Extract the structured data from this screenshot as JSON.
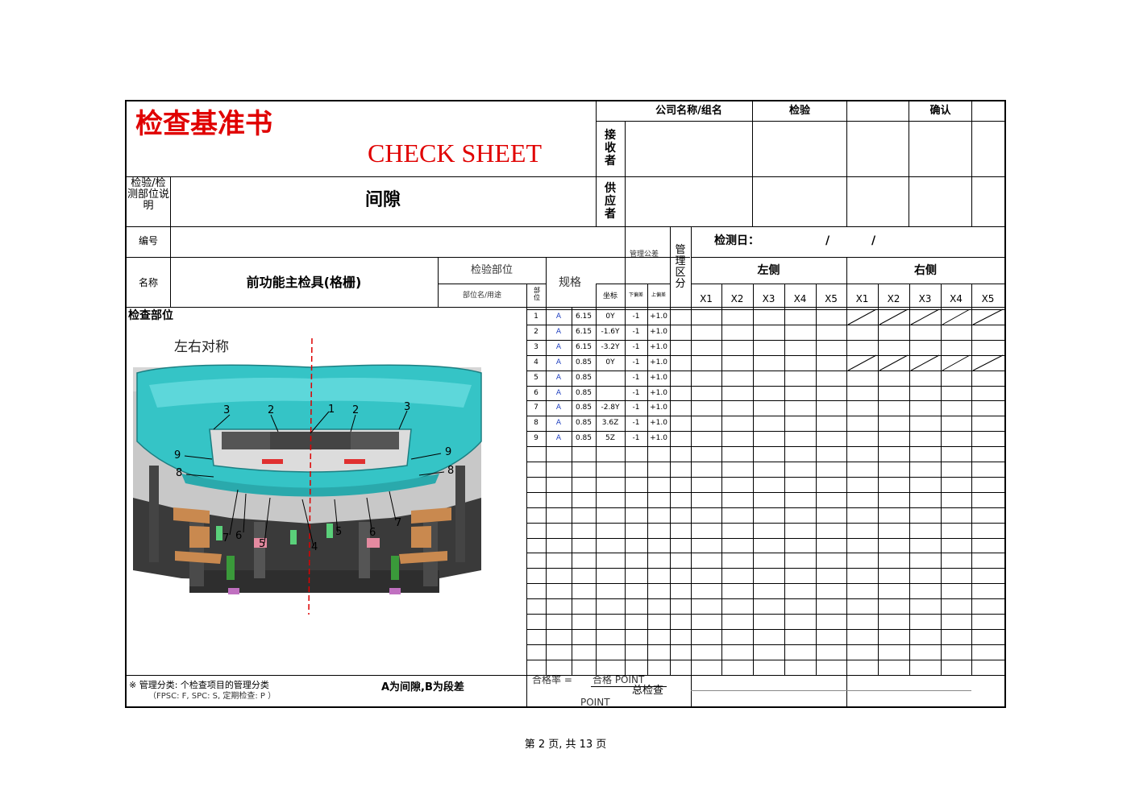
{
  "header": {
    "title_cn": "检查基准书",
    "title_en": "CHECK SHEET",
    "company_label": "公司名称/组名",
    "inspect_label": "检验",
    "confirm_label": "确认",
    "receiver_label": "接收者",
    "supplier_label": "供应者",
    "part_desc_label": "检验/检测部位说明",
    "part_desc_value": "间隙",
    "number_label": "编号",
    "name_label": "名称",
    "name_value": "前功能主检具(格栅)",
    "inspect_part_label": "检验部位",
    "part_use_label": "部位名/用途",
    "part_label": "部位",
    "spec_label": "规格",
    "coord_label": "坐标",
    "mgmt_tol_label": "管理公差",
    "lower_label": "下偏差",
    "upper_label": "上偏差",
    "mgmt_class_label": "管理区分",
    "date_label": "检测日：",
    "date_slash1": "/",
    "date_slash2": "/",
    "left_label": "左侧",
    "right_label": "右侧",
    "x_cols": [
      "X1",
      "X2",
      "X3",
      "X4",
      "X5"
    ]
  },
  "diagram": {
    "section_label": "检查部位",
    "symmetric_label": "左右对称",
    "callouts": [
      "3",
      "2",
      "1",
      "2",
      "3",
      "9",
      "9",
      "8",
      "8",
      "7",
      "6",
      "5",
      "4",
      "5",
      "6",
      "7"
    ]
  },
  "rows": [
    {
      "no": "1",
      "part": "A",
      "spec": "6.15",
      "coord": "0Y",
      "lower": "-1",
      "upper": "+1.0"
    },
    {
      "no": "2",
      "part": "A",
      "spec": "6.15",
      "coord": "-1.6Y",
      "lower": "-1",
      "upper": "+1.0"
    },
    {
      "no": "3",
      "part": "A",
      "spec": "6.15",
      "coord": "-3.2Y",
      "lower": "-1",
      "upper": "+1.0"
    },
    {
      "no": "4",
      "part": "A",
      "spec": "0.85",
      "coord": "0Y",
      "lower": "-1",
      "upper": "+1.0"
    },
    {
      "no": "5",
      "part": "A",
      "spec": "0.85",
      "coord": "",
      "lower": "-1",
      "upper": "+1.0"
    },
    {
      "no": "6",
      "part": "A",
      "spec": "0.85",
      "coord": "",
      "lower": "-1",
      "upper": "+1.0"
    },
    {
      "no": "7",
      "part": "A",
      "spec": "0.85",
      "coord": "-2.8Y",
      "lower": "-1",
      "upper": "+1.0"
    },
    {
      "no": "8",
      "part": "A",
      "spec": "0.85",
      "coord": "3.6Z",
      "lower": "-1",
      "upper": "+1.0"
    },
    {
      "no": "9",
      "part": "A",
      "spec": "0.85",
      "coord": "5Z",
      "lower": "-1",
      "upper": "+1.0"
    }
  ],
  "footer": {
    "note_line1": "※  管理分类: 个检查项目的管理分类",
    "note_line2": "（FPSC: F, SPC: S, 定期检查: P  ）",
    "gap_note": "A为间隙,B为段差",
    "pass_rate": "合格率 =",
    "pass_point": "合格  POINT",
    "total_check": "总检查",
    "point": "POINT",
    "page_indicator": "第 2 页, 共 13 页"
  }
}
